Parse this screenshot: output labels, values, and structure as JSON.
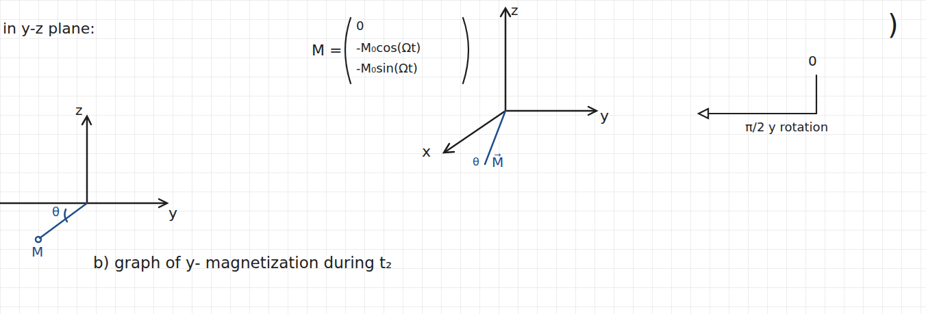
{
  "diagram": {
    "labels": [
      "in y-z plane:",
      "z",
      "y",
      "θ",
      "M",
      "M =",
      "0",
      "-M₀cos(Ωt)",
      "-M₀sin(Ωt)",
      "z",
      "y",
      "x",
      "θ",
      "M⃗",
      "0",
      ")",
      "π/2 y rotation",
      "b) graph of y- magnetization during t₂"
    ]
  }
}
